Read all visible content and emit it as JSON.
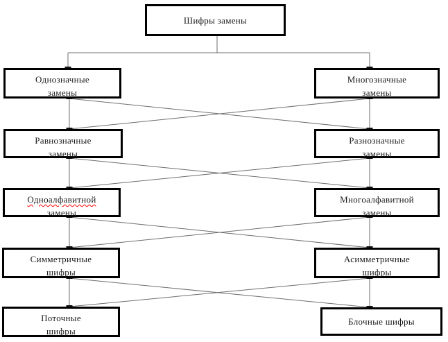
{
  "diagram": {
    "root": {
      "label": "Шифры замены"
    },
    "rows": [
      {
        "left": {
          "line1": "Однозначные",
          "line2": "замены"
        },
        "right": {
          "line1": "Многозначные",
          "line2": "замены"
        }
      },
      {
        "left": {
          "line1": "Равнозначные",
          "line2": "замены"
        },
        "right": {
          "line1": "Разнозначные",
          "line2": "замены"
        }
      },
      {
        "left": {
          "line1": "Одноалфавитной",
          "line2": "замены",
          "misspelled": true
        },
        "right": {
          "line1": "Многоалфавитной",
          "line2": "замены"
        }
      },
      {
        "left": {
          "line1": "Симметричные",
          "line2": "шифры"
        },
        "right": {
          "line1": "Асимметричные",
          "line2": "шифры"
        }
      },
      {
        "left": {
          "line1": "Поточные",
          "line2": "шифры"
        },
        "right": {
          "line1": "Блочные шифры"
        }
      }
    ],
    "colors": {
      "background": "#ffffff",
      "node_border": "#000000",
      "connector": "#6e6e6e",
      "text": "#1a1a1a",
      "spell_underline": "#ff0000"
    }
  }
}
